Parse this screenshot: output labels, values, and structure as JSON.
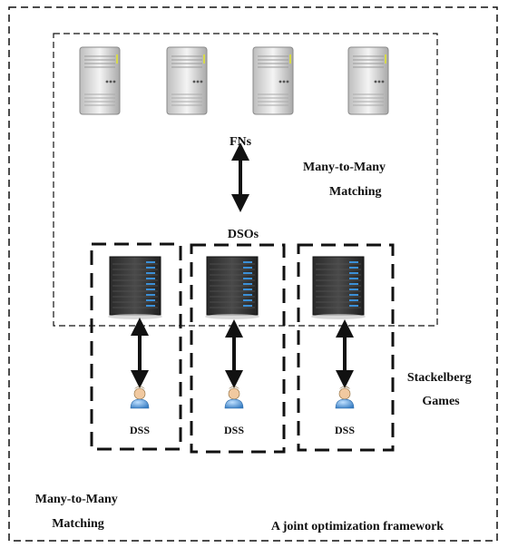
{
  "labels": {
    "fns": "FNs",
    "dsos": "DSOs",
    "inner_matching_line1": "Many-to-",
    "inner_matching_line2": "Many",
    "inner_matching_line3": "Matching",
    "stackelberg_line1": "Stackelberg",
    "stackelberg_line2": "Games",
    "outer_matching_line1": "Many-to-Many",
    "outer_matching_line2": "Matching",
    "framework": "A joint optimization framework"
  },
  "dss_groups": [
    {
      "label": "DSS"
    },
    {
      "label": "DSS"
    },
    {
      "label": "DSS"
    }
  ],
  "fog_nodes": [
    {
      "icon": "server-tower-icon"
    },
    {
      "icon": "server-tower-icon"
    },
    {
      "icon": "server-tower-icon"
    },
    {
      "icon": "server-tower-icon"
    }
  ],
  "colors": {
    "border": "#111111",
    "server_body": "#d9d9d9",
    "rack_body": "#1a1a1a",
    "rack_light": "#3b8fd6",
    "user_blue": "#4f93d6"
  }
}
